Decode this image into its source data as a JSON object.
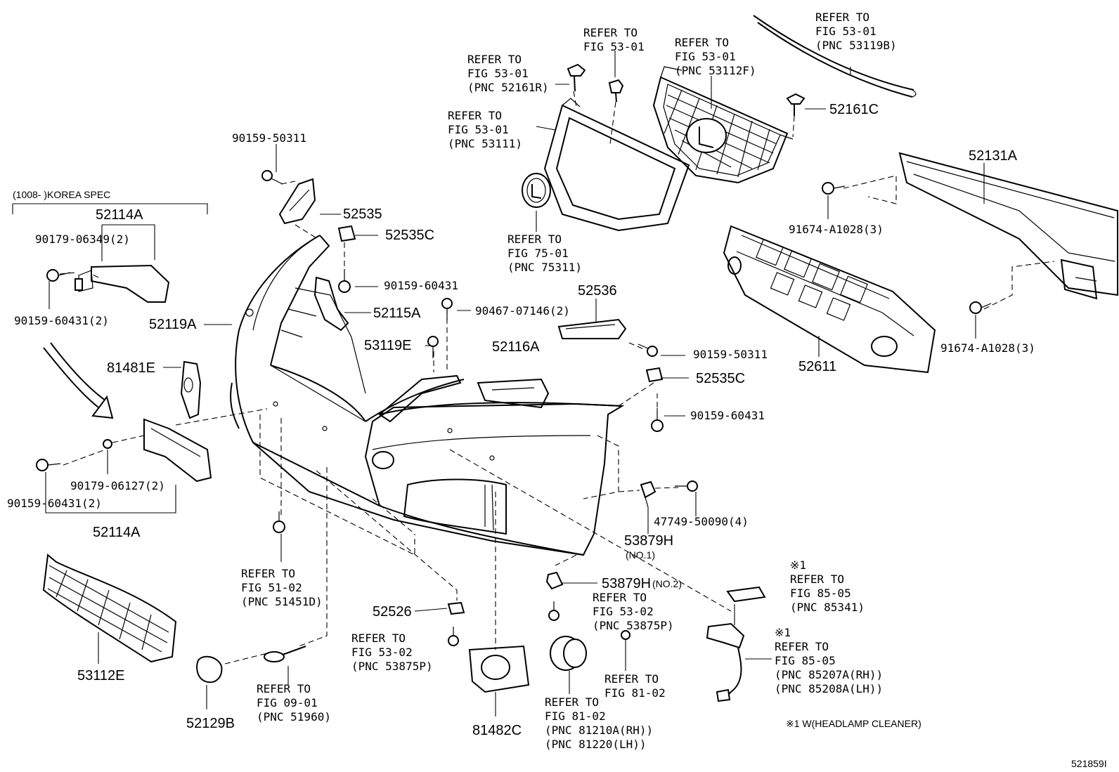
{
  "labels": {
    "refer_53119b": [
      "REFER TO",
      "FIG 53-01",
      "(PNC 53119B)"
    ],
    "refer_53112f": [
      "REFER TO",
      "FIG 53-01",
      "(PNC 53112F)"
    ],
    "refer_fig5301_top": [
      "REFER TO",
      "FIG 53-01"
    ],
    "refer_52161r": [
      "REFER TO",
      "FIG 53-01",
      "(PNC 52161R)"
    ],
    "refer_53111": [
      "REFER TO",
      "FIG 53-01",
      "(PNC 53111)"
    ],
    "refer_75311": [
      "REFER TO",
      "FIG 75-01",
      "(PNC 75311)"
    ],
    "p52161c": "52161C",
    "p52131a": "52131A",
    "p91674_top": "91674-A1028(3)",
    "p91674_bottom": "91674-A1028(3)",
    "p52611": "52611",
    "p90159_50311_left": "90159-50311",
    "korea_spec": "(1008-     )KOREA SPEC",
    "p52114a_top": "52114A",
    "p90179_06349": "90179-06349(2)",
    "p90159_60431_2_top": "90159-60431(2)",
    "p52535": "52535",
    "p52535c_top": "52535C",
    "p90159_60431_mid": "90159-60431",
    "p52536": "52536",
    "p90467": "90467-07146(2)",
    "p52115a": "52115A",
    "p52119a": "52119A",
    "p53119e": "53119E",
    "p52116a": "52116A",
    "p90159_50311_right": "90159-50311",
    "p52535c_right": "52535C",
    "p90159_60431_right": "90159-60431",
    "p81481e": "81481E",
    "p90179_06127": "90179-06127(2)",
    "p90159_60431_2_bottom": "90159-60431(2)",
    "p52114a_bottom": "52114A",
    "p47749": "47749-50090(4)",
    "p53879h_no1": "53879H",
    "no1": "(NO.1)",
    "refer_51451d": [
      "REFER TO",
      "FIG 51-02",
      "(PNC 51451D)"
    ],
    "p53879h_no2": "53879H",
    "no2": "(NO.2)",
    "refer_53875p_right": [
      "REFER TO",
      "FIG 53-02",
      "(PNC 53875P)"
    ],
    "refer_85341": [
      "※1",
      "REFER TO",
      "FIG 85-05",
      "(PNC 85341)"
    ],
    "p52526": "52526",
    "refer_53875p_left": [
      "REFER TO",
      "FIG 53-02",
      "(PNC 53875P)"
    ],
    "refer_85207": [
      "※1",
      "REFER TO",
      "FIG 85-05",
      "(PNC 85207A(RH))",
      "(PNC 85208A(LH))"
    ],
    "refer_fig8102": [
      "REFER TO",
      "FIG 81-02"
    ],
    "p53112e": "53112E",
    "refer_51960": [
      "REFER TO",
      "FIG 09-01",
      "(PNC 51960)"
    ],
    "refer_81210": [
      "REFER TO",
      "FIG 81-02",
      "(PNC 81210A(RH))",
      "(PNC 81220(LH))"
    ],
    "p52129b": "52129B",
    "p81482c": "81482C",
    "note": "※1 W(HEADLAMP CLEANER)",
    "diagram_id": "521859I"
  }
}
